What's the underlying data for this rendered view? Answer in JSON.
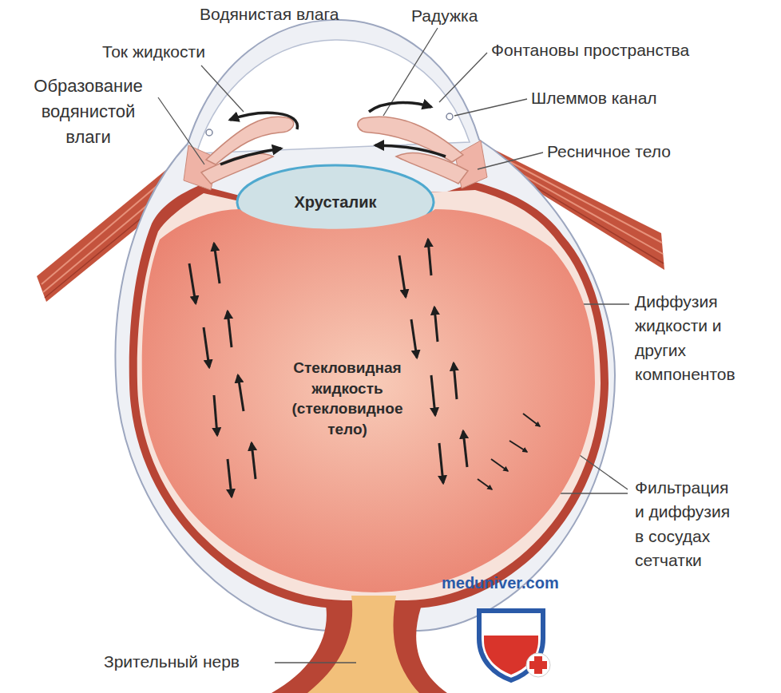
{
  "diagram": {
    "nodes": [
      {
        "text": [
          "Хрусталик"
        ]
      },
      {
        "text": [
          "Стекловидная жидкость (стекловидное тело)"
        ]
      }
    ],
    "edges": [],
    "labels": [
      "Водянистая влага",
      "Радужка",
      "Ток жидкости",
      "Фонтановы пространства",
      "Образование водянистой влаги",
      "Шлеммов канал",
      "Ресничное тело",
      "Диффузия жидкости и других компонентов",
      "Фильтрация и диффузия в сосудах сетчатки",
      "Зрительный нерв",
      "meduniver.com"
    ]
  }
}
